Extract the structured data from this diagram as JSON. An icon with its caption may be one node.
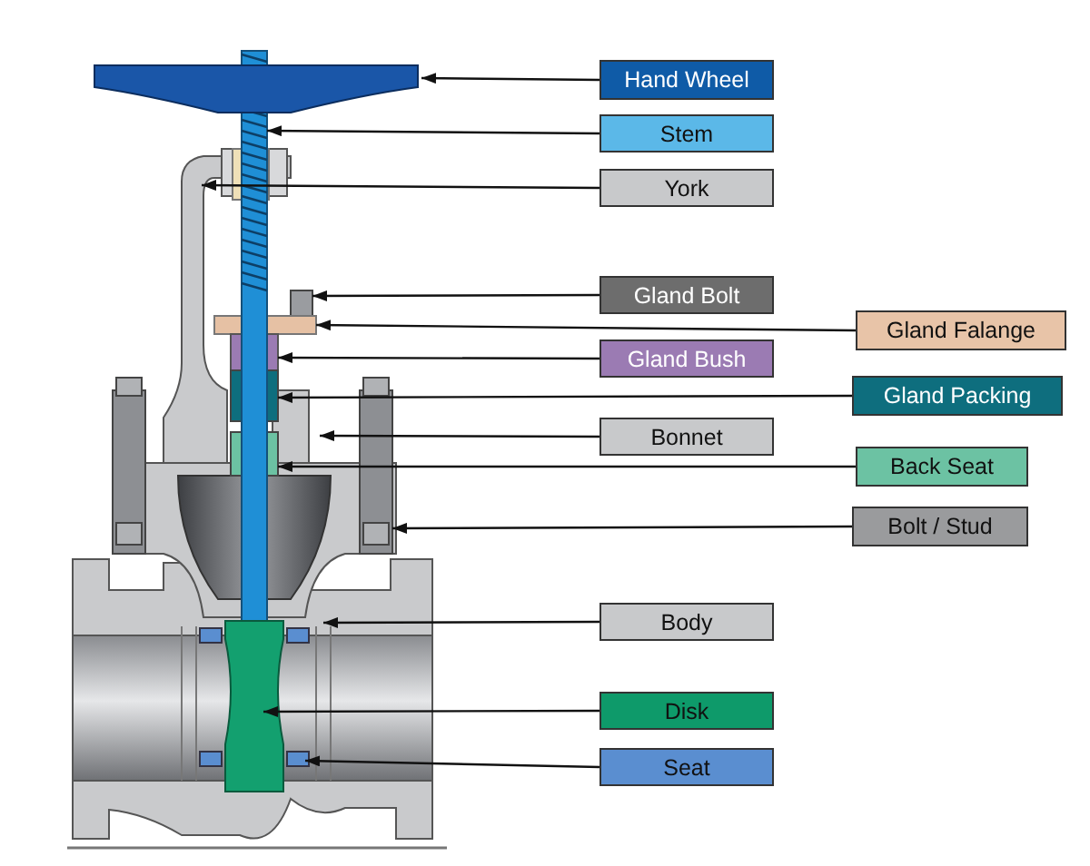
{
  "diagram": {
    "nodes": [
      {
        "text": [
          "Hand Wheel"
        ]
      },
      {
        "text": [
          "Stem"
        ]
      },
      {
        "text": [
          "York"
        ]
      },
      {
        "text": [
          "Gland Bolt"
        ]
      },
      {
        "text": [
          "Gland Falange"
        ]
      },
      {
        "text": [
          "Gland Bush"
        ]
      },
      {
        "text": [
          "Gland Packing"
        ]
      },
      {
        "text": [
          "Bonnet"
        ]
      },
      {
        "text": [
          "Back Seat"
        ]
      },
      {
        "text": [
          "Bolt / Stud"
        ]
      },
      {
        "text": [
          "Body"
        ]
      },
      {
        "text": [
          "Disk"
        ]
      },
      {
        "text": [
          "Seat"
        ]
      }
    ],
    "edges": [
      {
        "from": 0,
        "to": null,
        "arrow": "to"
      },
      {
        "from": 1,
        "to": null,
        "arrow": "to"
      },
      {
        "from": 2,
        "to": null,
        "arrow": "to"
      },
      {
        "from": 3,
        "to": null,
        "arrow": "to"
      },
      {
        "from": 4,
        "to": null,
        "arrow": "to"
      },
      {
        "from": 5,
        "to": null,
        "arrow": "to"
      },
      {
        "from": 6,
        "to": null,
        "arrow": "to"
      },
      {
        "from": 7,
        "to": null,
        "arrow": "to"
      },
      {
        "from": 8,
        "to": null,
        "arrow": "to"
      },
      {
        "from": 9,
        "to": null,
        "arrow": "to"
      },
      {
        "from": 10,
        "to": null,
        "arrow": "to"
      },
      {
        "from": 11,
        "to": null,
        "arrow": "to"
      },
      {
        "from": 12,
        "to": null,
        "arrow": "to"
      }
    ]
  }
}
